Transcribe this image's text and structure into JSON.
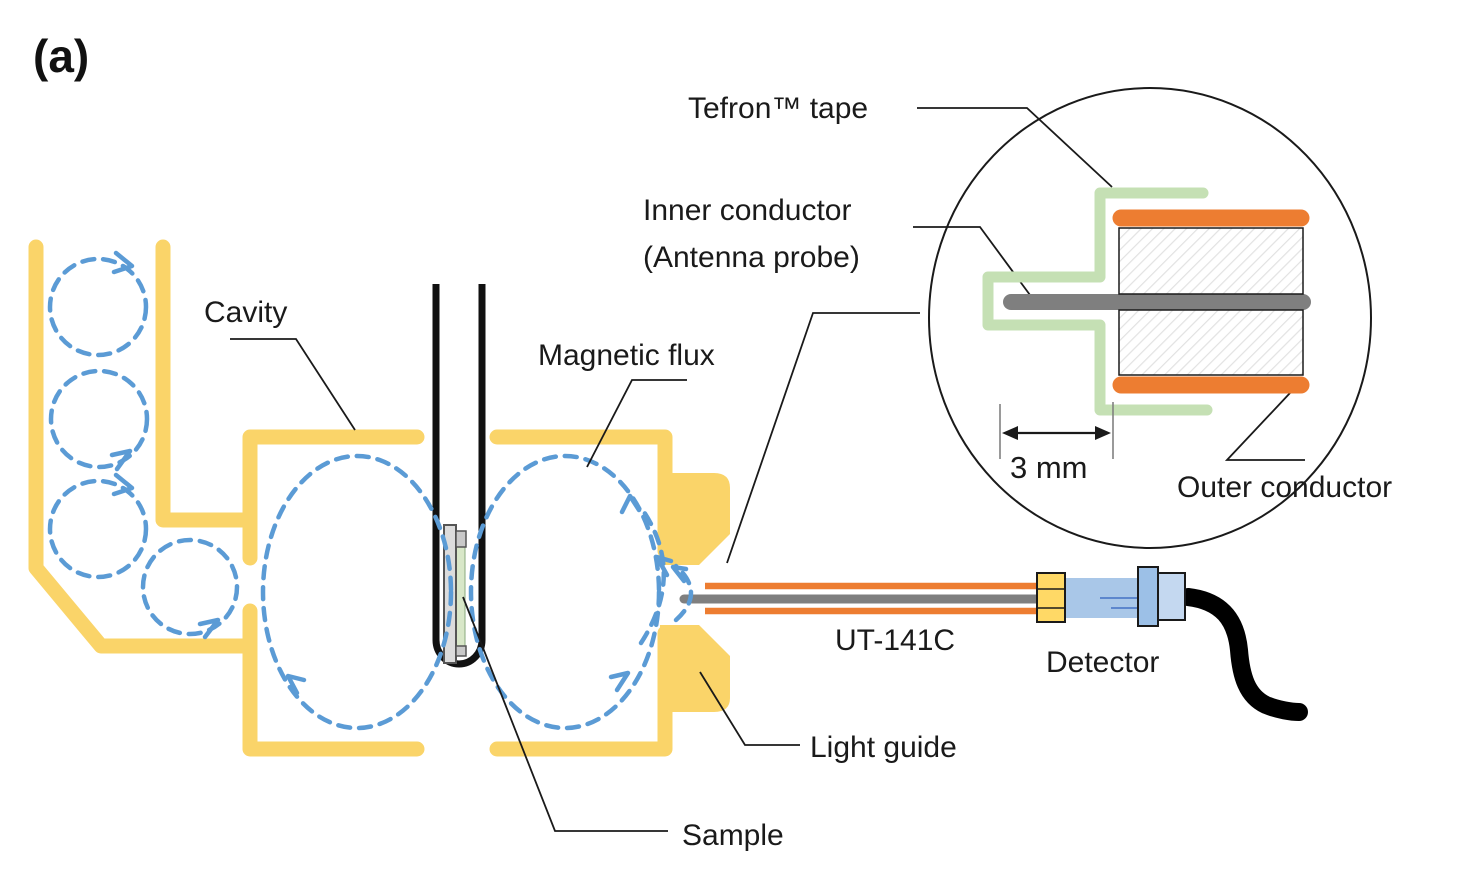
{
  "figure": {
    "panel_label": "(a)",
    "type": "experimental-setup-diagram",
    "description_visible_parts": [
      "waveguide",
      "cavity",
      "sample tube",
      "coaxial antenna probe",
      "detector",
      "zoom inset of probe tip"
    ]
  },
  "labels": {
    "cavity": "Cavity",
    "magnetic_flux": "Magnetic flux",
    "sample": "Sample",
    "light_guide": "Light guide",
    "cable_model": "UT-141C",
    "detector": "Detector",
    "tefron_tape": "Tefron™ tape",
    "inner_conductor_line1": "Inner conductor",
    "inner_conductor_line2": "(Antenna probe)",
    "outer_conductor": "Outer conductor",
    "probe_length": "3 mm"
  },
  "colors": {
    "waveguide_yellow": "#FAD469",
    "flux_blue": "#5B9BD5",
    "coax_orange": "#ED7D31",
    "conductor_gray": "#7F7F7F",
    "tape_green": "#C5E0B4",
    "detector_body_blue": "#A9C7E8",
    "detector_collar_blue": "#9CC0E7",
    "detector_nut_blue": "#C4D8F0",
    "connector_yellow": "#FFD966",
    "cable_black": "#000000",
    "sample_glass_gray": "#DCDCDC",
    "sample_strip_green": "#D8E7C8"
  }
}
